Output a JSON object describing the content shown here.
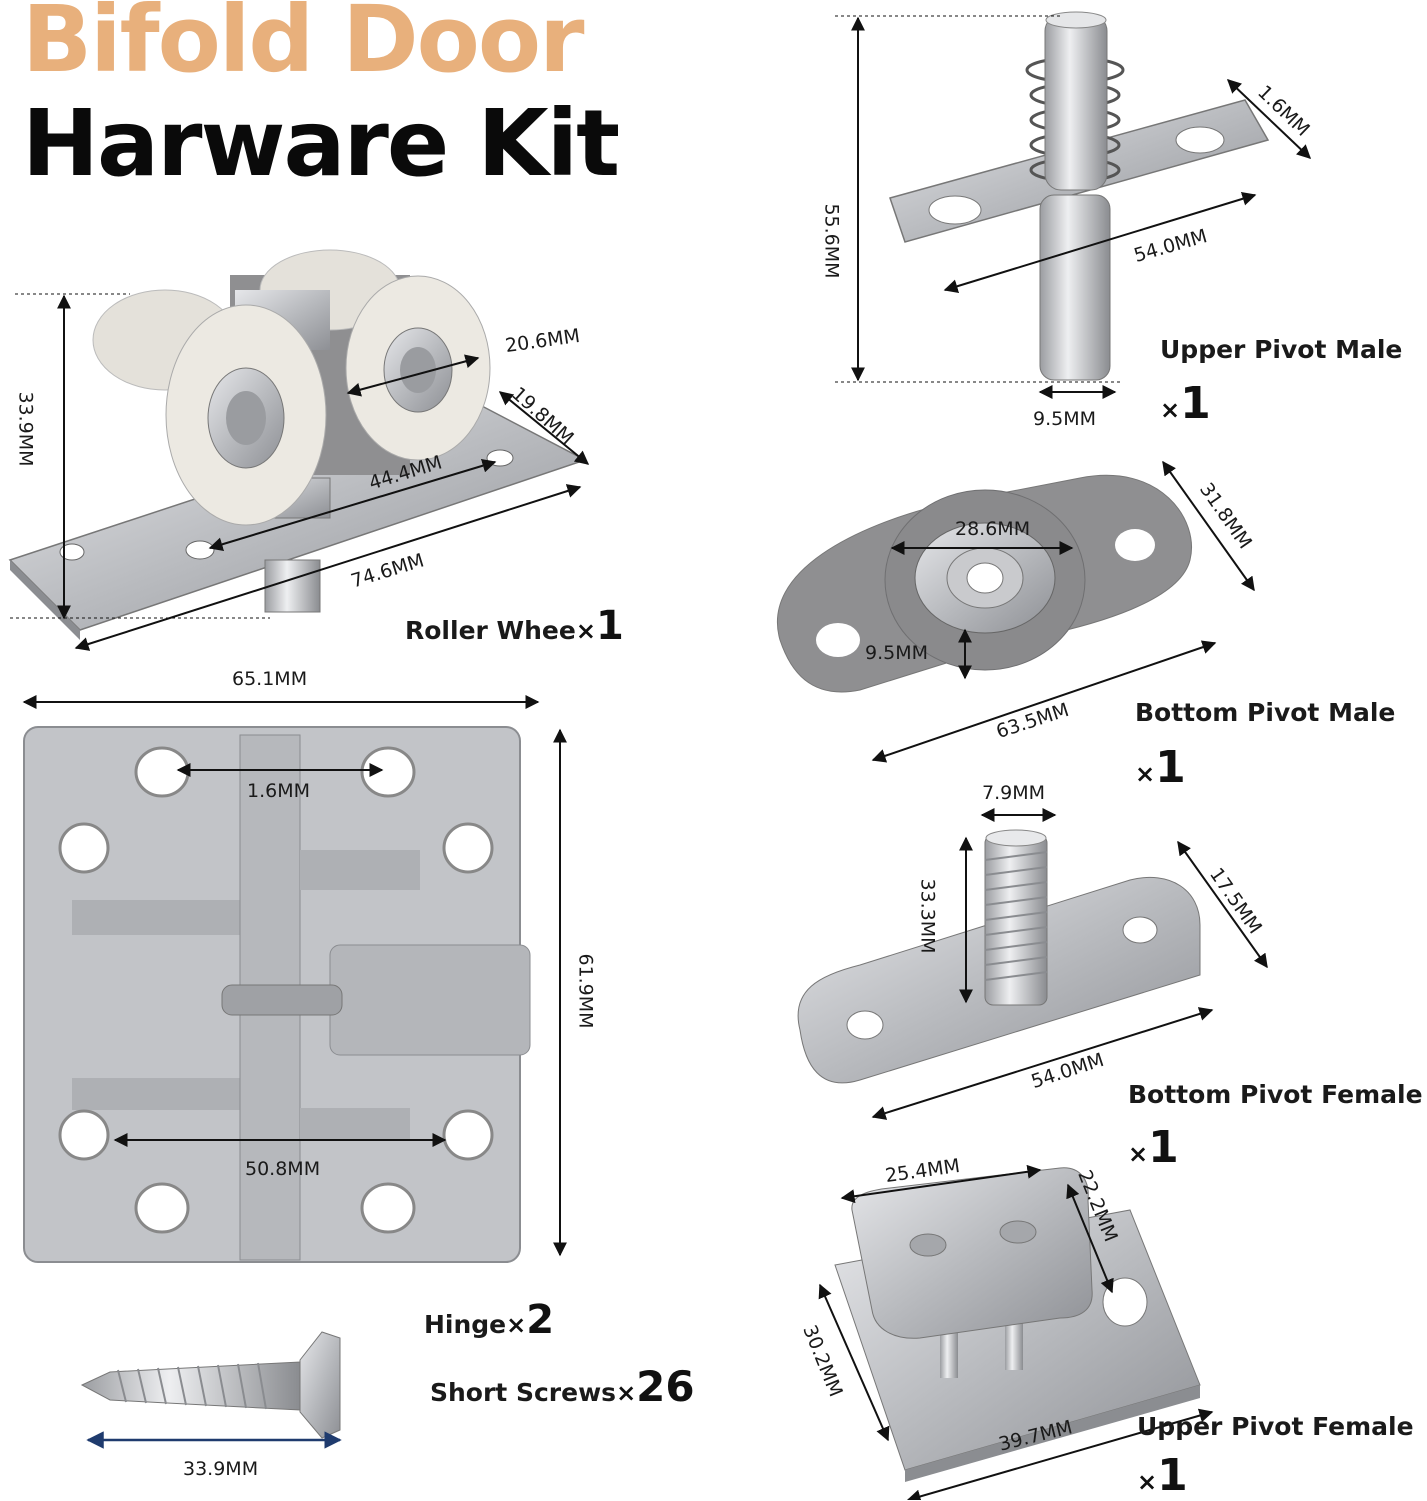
{
  "title": {
    "line1": "Bifold Door",
    "line2": "Harware Kit"
  },
  "parts": {
    "roller_wheel": {
      "label": "Roller Whee",
      "qty": "1",
      "dims": {
        "height": "33.9MM",
        "wheel": "20.6MM",
        "depth": "19.8MM",
        "hole_span": "44.4MM",
        "length": "74.6MM"
      }
    },
    "upper_pivot_male": {
      "label": "Upper Pivot Male",
      "qty": "1",
      "dims": {
        "height": "55.6MM",
        "thickness": "1.6MM",
        "length": "54.0MM",
        "pin": "9.5MM"
      }
    },
    "bottom_pivot_male": {
      "label": "Bottom Pivot Male",
      "qty": "1",
      "dims": {
        "bearing": "28.6MM",
        "width": "31.8MM",
        "hole": "9.5MM",
        "length": "63.5MM"
      }
    },
    "hinge": {
      "label": "Hinge",
      "qty": "2",
      "dims": {
        "width": "65.1MM",
        "thickness": "1.6MM",
        "height": "61.9MM",
        "hole_span": "50.8MM"
      }
    },
    "bottom_pivot_female": {
      "label": "Bottom Pivot Female",
      "qty": "1",
      "dims": {
        "bolt": "7.9MM",
        "height": "33.3MM",
        "width": "17.5MM",
        "length": "54.0MM"
      }
    },
    "upper_pivot_female": {
      "label": "Upper Pivot Female",
      "qty": "1",
      "dims": {
        "top": "25.4MM",
        "depth": "22.2MM",
        "height": "30.2MM",
        "length": "39.7MM"
      }
    },
    "short_screws": {
      "label": "Short Screws",
      "qty": "26",
      "dims": {
        "length": "33.9MM"
      }
    }
  },
  "times_symbol": "×",
  "colors": {
    "title_accent": "#e8b07c",
    "metal": "#c4c6ca",
    "gray_plastic": "#8f8f91",
    "wheel": "#ece9e2"
  }
}
